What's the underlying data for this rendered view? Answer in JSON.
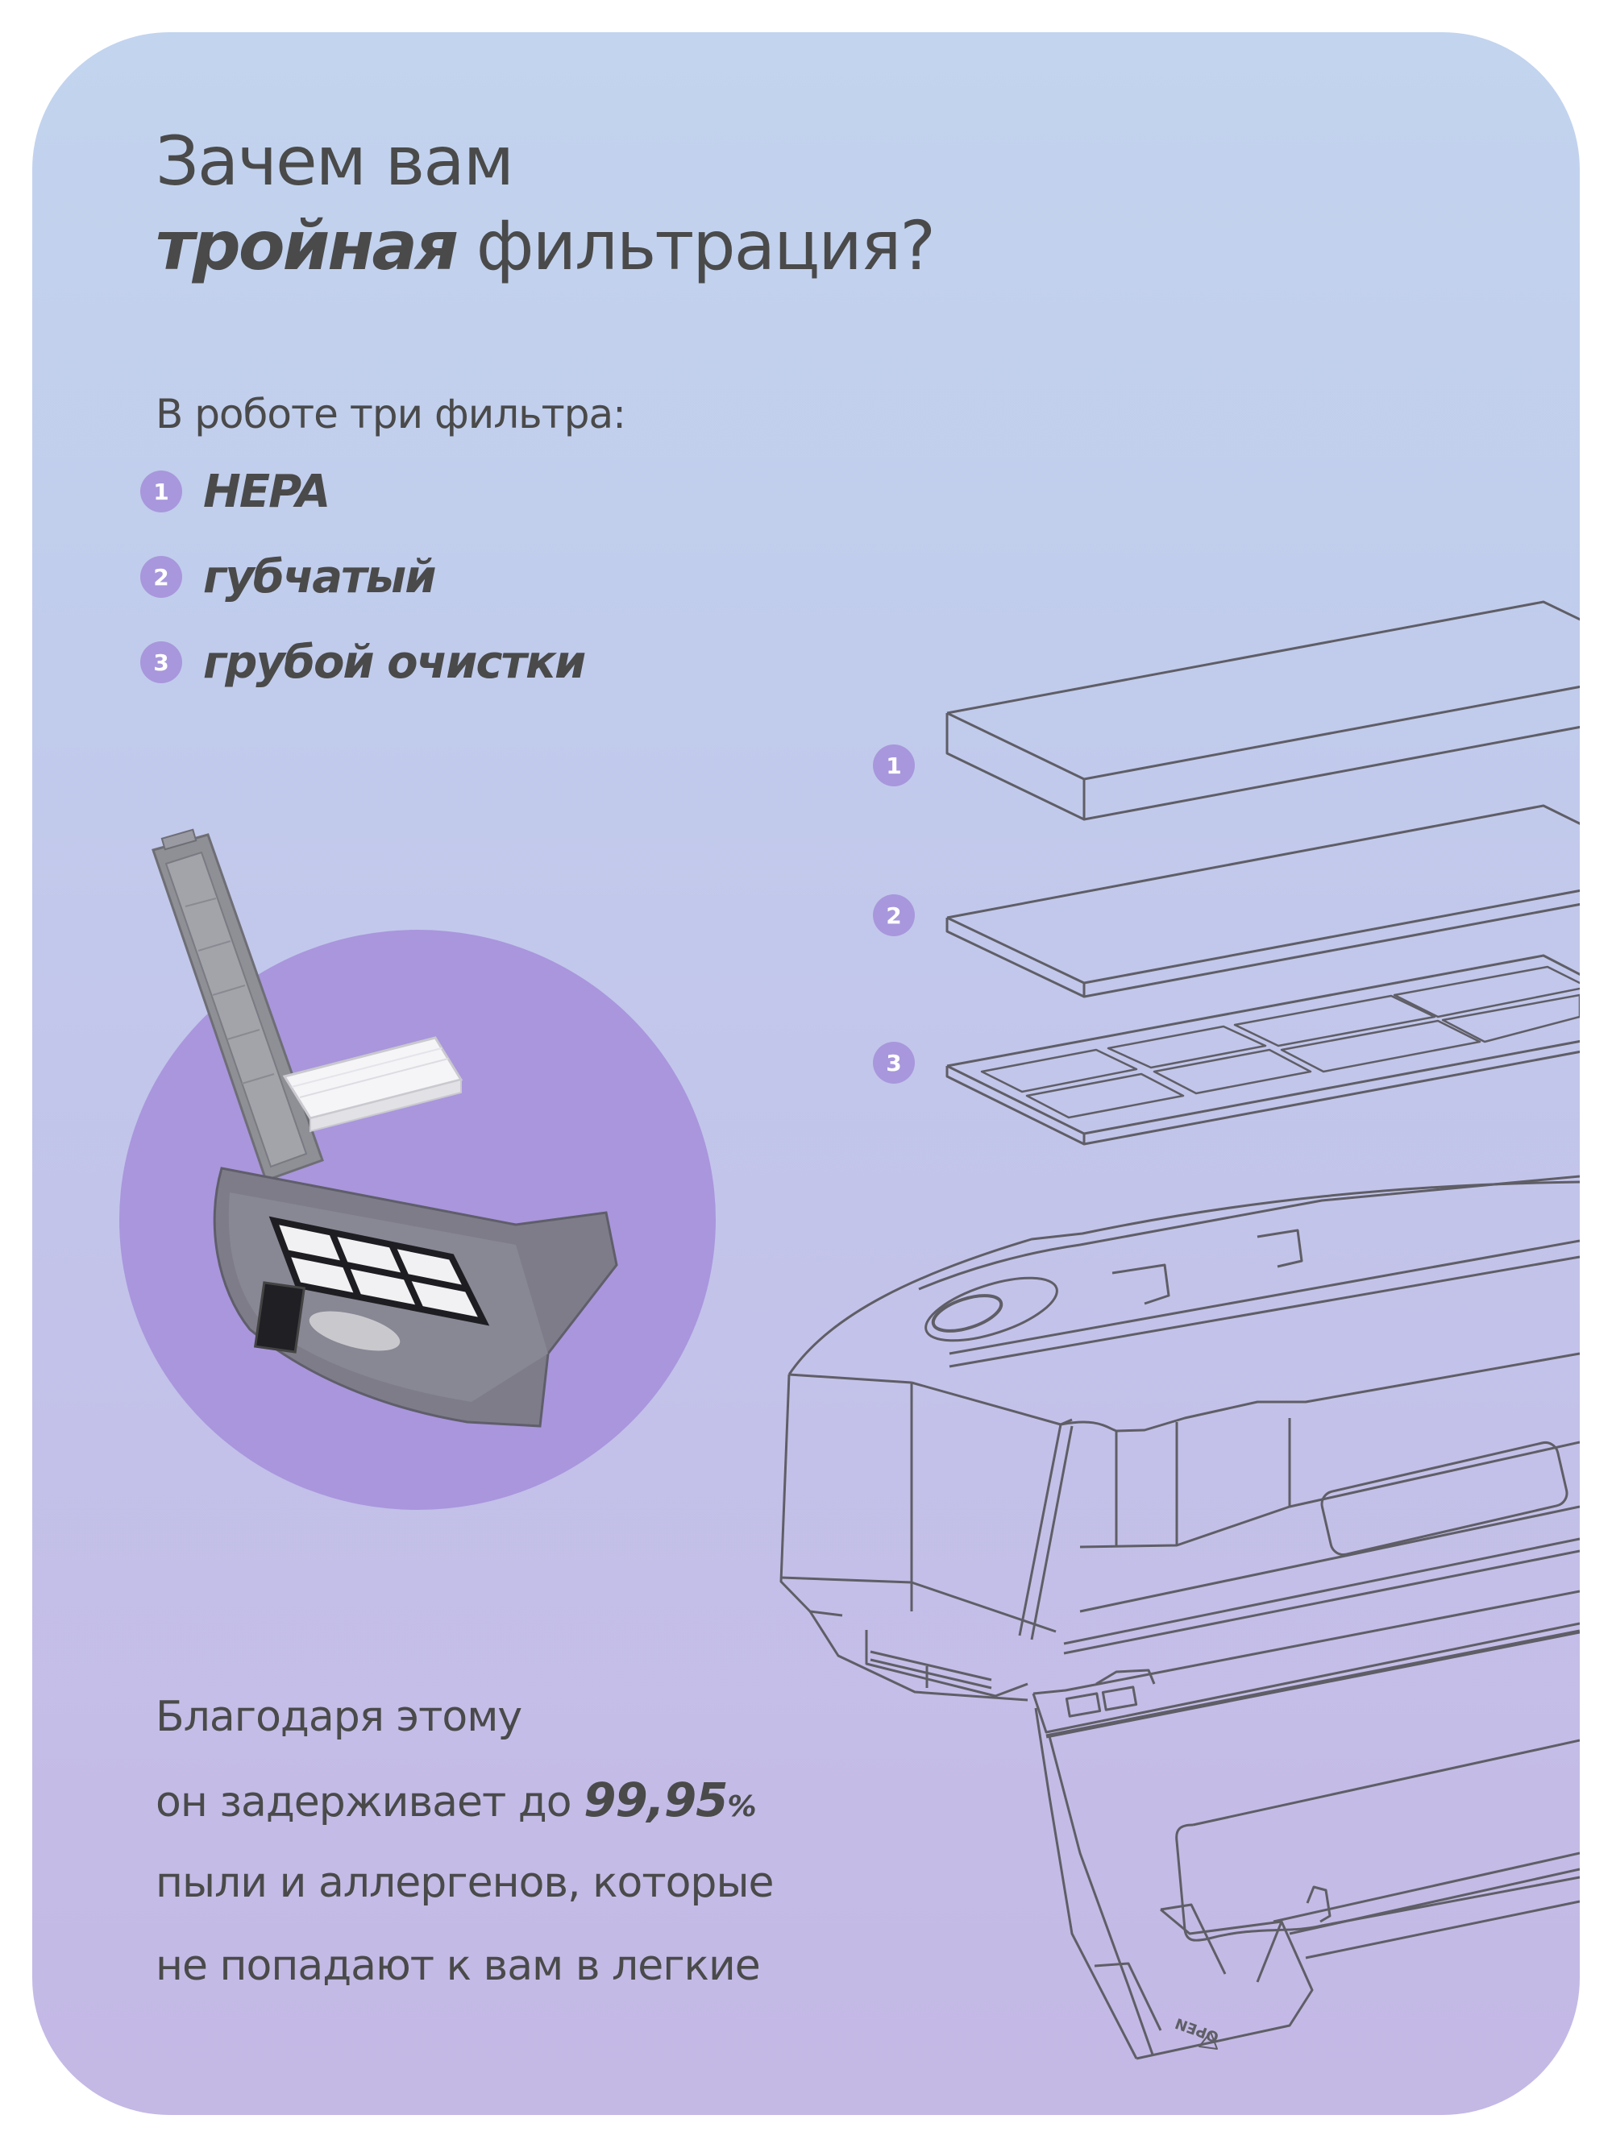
{
  "card": {
    "gradient_top": "#c2d4ee",
    "gradient_bottom": "#c4b8e5",
    "accent": "#a897dc",
    "text_color": "#4a4a4a"
  },
  "title": {
    "line1": "Зачем вам",
    "line2_emphasis": "тройная",
    "line2_rest": " фильтрация?"
  },
  "intro": "В роботе три фильтра:",
  "filters": [
    {
      "number": "1",
      "label": "HEPA"
    },
    {
      "number": "2",
      "label": "губчатый"
    },
    {
      "number": "3",
      "label": "грубой очистки"
    }
  ],
  "diagram": {
    "badges": [
      "1",
      "2",
      "3"
    ],
    "tray_label": "OPEN"
  },
  "summary": {
    "line1": "Благодаря этому",
    "line2_pre": "он задерживает до ",
    "line2_value": "99,95",
    "line2_unit": "%",
    "line3": "пыли и аллергенов, которые",
    "line4": "не попадают к вам в легкие"
  }
}
